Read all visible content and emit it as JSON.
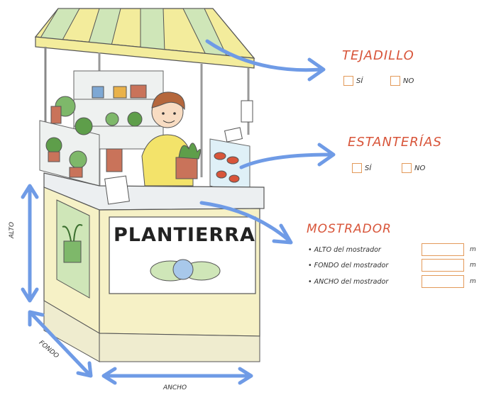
{
  "sign": {
    "brand": "PLANTIERRA"
  },
  "tejadillo": {
    "title": "TEJADILLO",
    "yes": "SÍ",
    "no": "NO"
  },
  "estanterias": {
    "title": "ESTANTERÍAS",
    "yes": "SÍ",
    "no": "NO"
  },
  "mostrador": {
    "title": "MOSTRADOR",
    "fields": [
      {
        "label": "• ALTO del mostrador",
        "value": "",
        "unit": "m"
      },
      {
        "label": "• FONDO del mostrador",
        "value": "",
        "unit": "m"
      },
      {
        "label": "• ANCHO del mostrador",
        "value": "",
        "unit": "m"
      }
    ]
  },
  "dimensions": {
    "alto": "ALTO",
    "fondo": "FONDO",
    "ancho": "ANCHO"
  },
  "colors": {
    "accent_title": "#d8553a",
    "checkbox_border": "#e39a5a",
    "arrow": "#6f9be6",
    "awning_yellow": "#f3ec9c",
    "awning_green": "#cfe6b8",
    "counter": "#f6f1c6"
  }
}
